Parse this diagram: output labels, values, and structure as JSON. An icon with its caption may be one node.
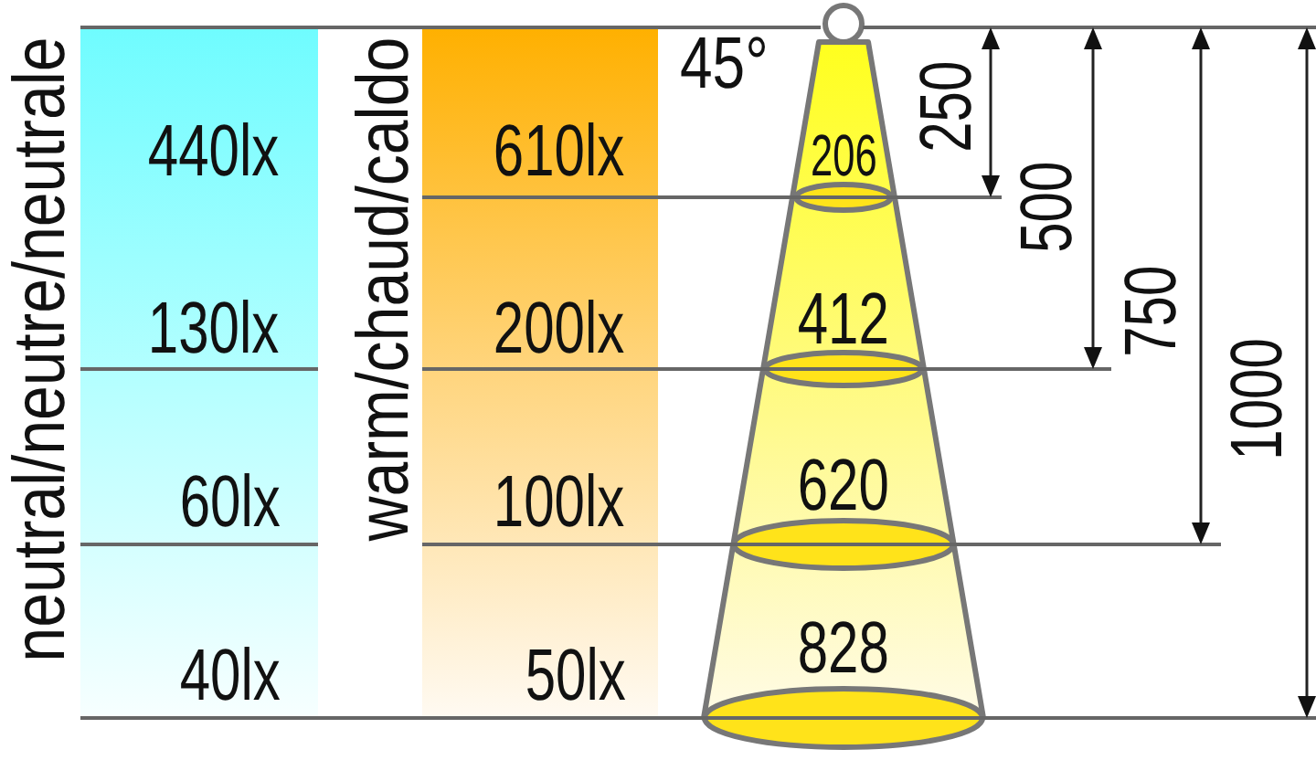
{
  "diagram": {
    "nodes": [
      {
        "text": [
          "neutral/neutre/neutrale",
          "440lx",
          "130lx",
          "60lx",
          "40lx"
        ]
      },
      {
        "text": [
          "warm/chaud/caldo",
          "610lx",
          "200lx",
          "100lx",
          "50lx"
        ]
      },
      {
        "text": [
          "206",
          "412",
          "620",
          "828"
        ],
        "beside": [
          "45°"
        ]
      }
    ],
    "labels": [
      "250",
      "500",
      "750",
      "1000"
    ]
  }
}
